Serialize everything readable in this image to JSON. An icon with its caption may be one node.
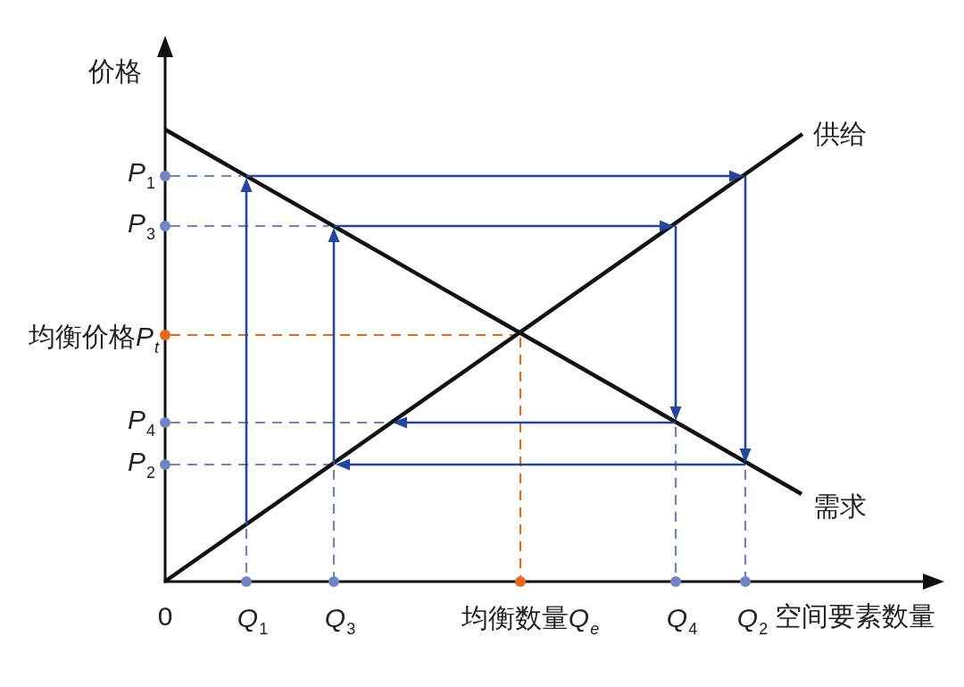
{
  "diagram": {
    "labels": [
      "价格",
      "供给",
      "P$_{1}$",
      "P$_{3}$",
      "均衡价格P$_{t}$",
      "P$_{4}$",
      "P$_{2}$",
      "需求",
      "0",
      "Q$_{1}$",
      "Q$_{3}$",
      "均衡数量Q$_{e}$",
      "Q$_{4}$",
      "Q$_{2}$",
      "空间要素数量"
    ]
  }
}
